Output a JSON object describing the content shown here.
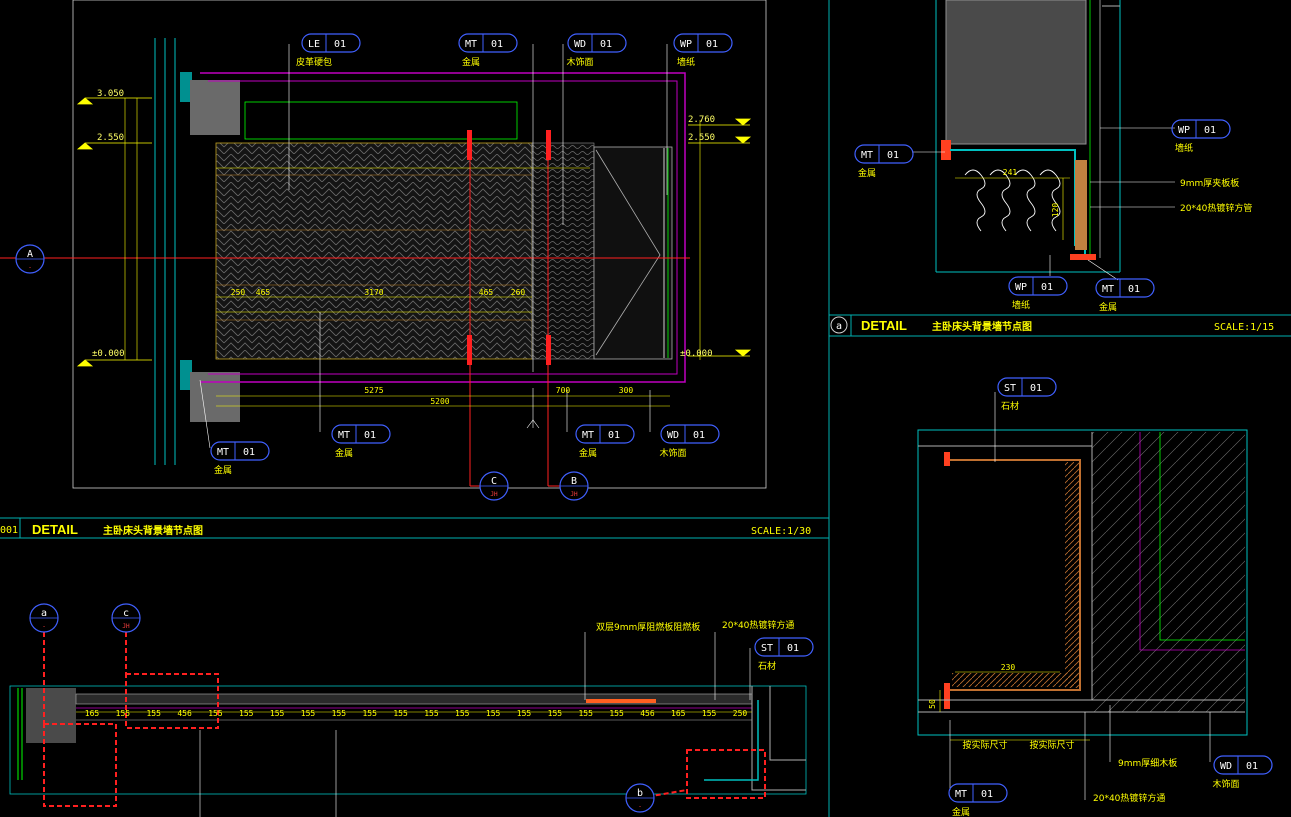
{
  "panels": {
    "main": {
      "number": "001",
      "title_en": "DETAIL",
      "title_cn": "主卧床头背景墙节点图",
      "scale": "SCALE:1/30"
    },
    "side": {
      "letter": "a",
      "title_en": "DETAIL",
      "title_cn": "主卧床头背景墙节点图",
      "scale": "SCALE:1/15"
    }
  },
  "elevation": {
    "tags": [
      {
        "code": "LE",
        "num": "01",
        "name": "皮革硬包"
      },
      {
        "code": "MT",
        "num": "01",
        "name": "金属"
      },
      {
        "code": "WD",
        "num": "01",
        "name": "木饰面"
      },
      {
        "code": "WP",
        "num": "01",
        "name": "墙纸"
      },
      {
        "code": "MT",
        "num": "01",
        "name": "金属"
      },
      {
        "code": "MT",
        "num": "01",
        "name": "金属"
      },
      {
        "code": "MT",
        "num": "01",
        "name": "金属"
      },
      {
        "code": "WD",
        "num": "01",
        "name": "木饰面"
      }
    ],
    "levels": [
      "3.050",
      "2.550",
      "±0.000",
      "2.760",
      "2.550",
      "±0.000"
    ],
    "sections": [
      {
        "letter": "A",
        "sub": "-"
      },
      {
        "letter": "C",
        "sub": "JH"
      },
      {
        "letter": "B",
        "sub": "JH"
      }
    ],
    "dims": [
      "250",
      "465",
      "3170",
      "465",
      "260",
      "5275",
      "5200",
      "700",
      "300"
    ]
  },
  "detail_a": {
    "tags": [
      {
        "code": "MT",
        "num": "01",
        "name": "金属"
      },
      {
        "code": "WP",
        "num": "01",
        "name": "墙纸"
      },
      {
        "code": "WP",
        "num": "01",
        "name": "墙纸"
      },
      {
        "code": "MT",
        "num": "01",
        "name": "金属"
      }
    ],
    "notes": [
      "9mm厚夹板板",
      "20*40热镀锌方管"
    ],
    "dims": [
      "241",
      "120"
    ]
  },
  "detail_b": {
    "tags": [
      {
        "code": "ST",
        "num": "01",
        "name": "石材"
      },
      {
        "code": "MT",
        "num": "01",
        "name": "金属"
      },
      {
        "code": "WD",
        "num": "01",
        "name": "木饰面"
      }
    ],
    "notes": [
      "9mm厚细木板",
      "20*40热镀锌方通"
    ],
    "dims": [
      "230",
      "50",
      "按实际尺寸",
      "按实际尺寸"
    ]
  },
  "plan": {
    "tags": [
      {
        "code": "ST",
        "num": "01",
        "name": "石材"
      }
    ],
    "notes": [
      "双层9mm厚阻燃板阻燃板",
      "20*40热镀锌方通"
    ],
    "sections": [
      {
        "letter": "a",
        "sub": "-"
      },
      {
        "letter": "c",
        "sub": "JH"
      },
      {
        "letter": "b",
        "sub": "-"
      }
    ],
    "dims": [
      "165",
      "155",
      "155",
      "456",
      "155",
      "155",
      "155",
      "155",
      "155",
      "155",
      "155",
      "155",
      "155",
      "155",
      "155",
      "155",
      "155",
      "155",
      "456",
      "165",
      "155",
      "250"
    ]
  }
}
